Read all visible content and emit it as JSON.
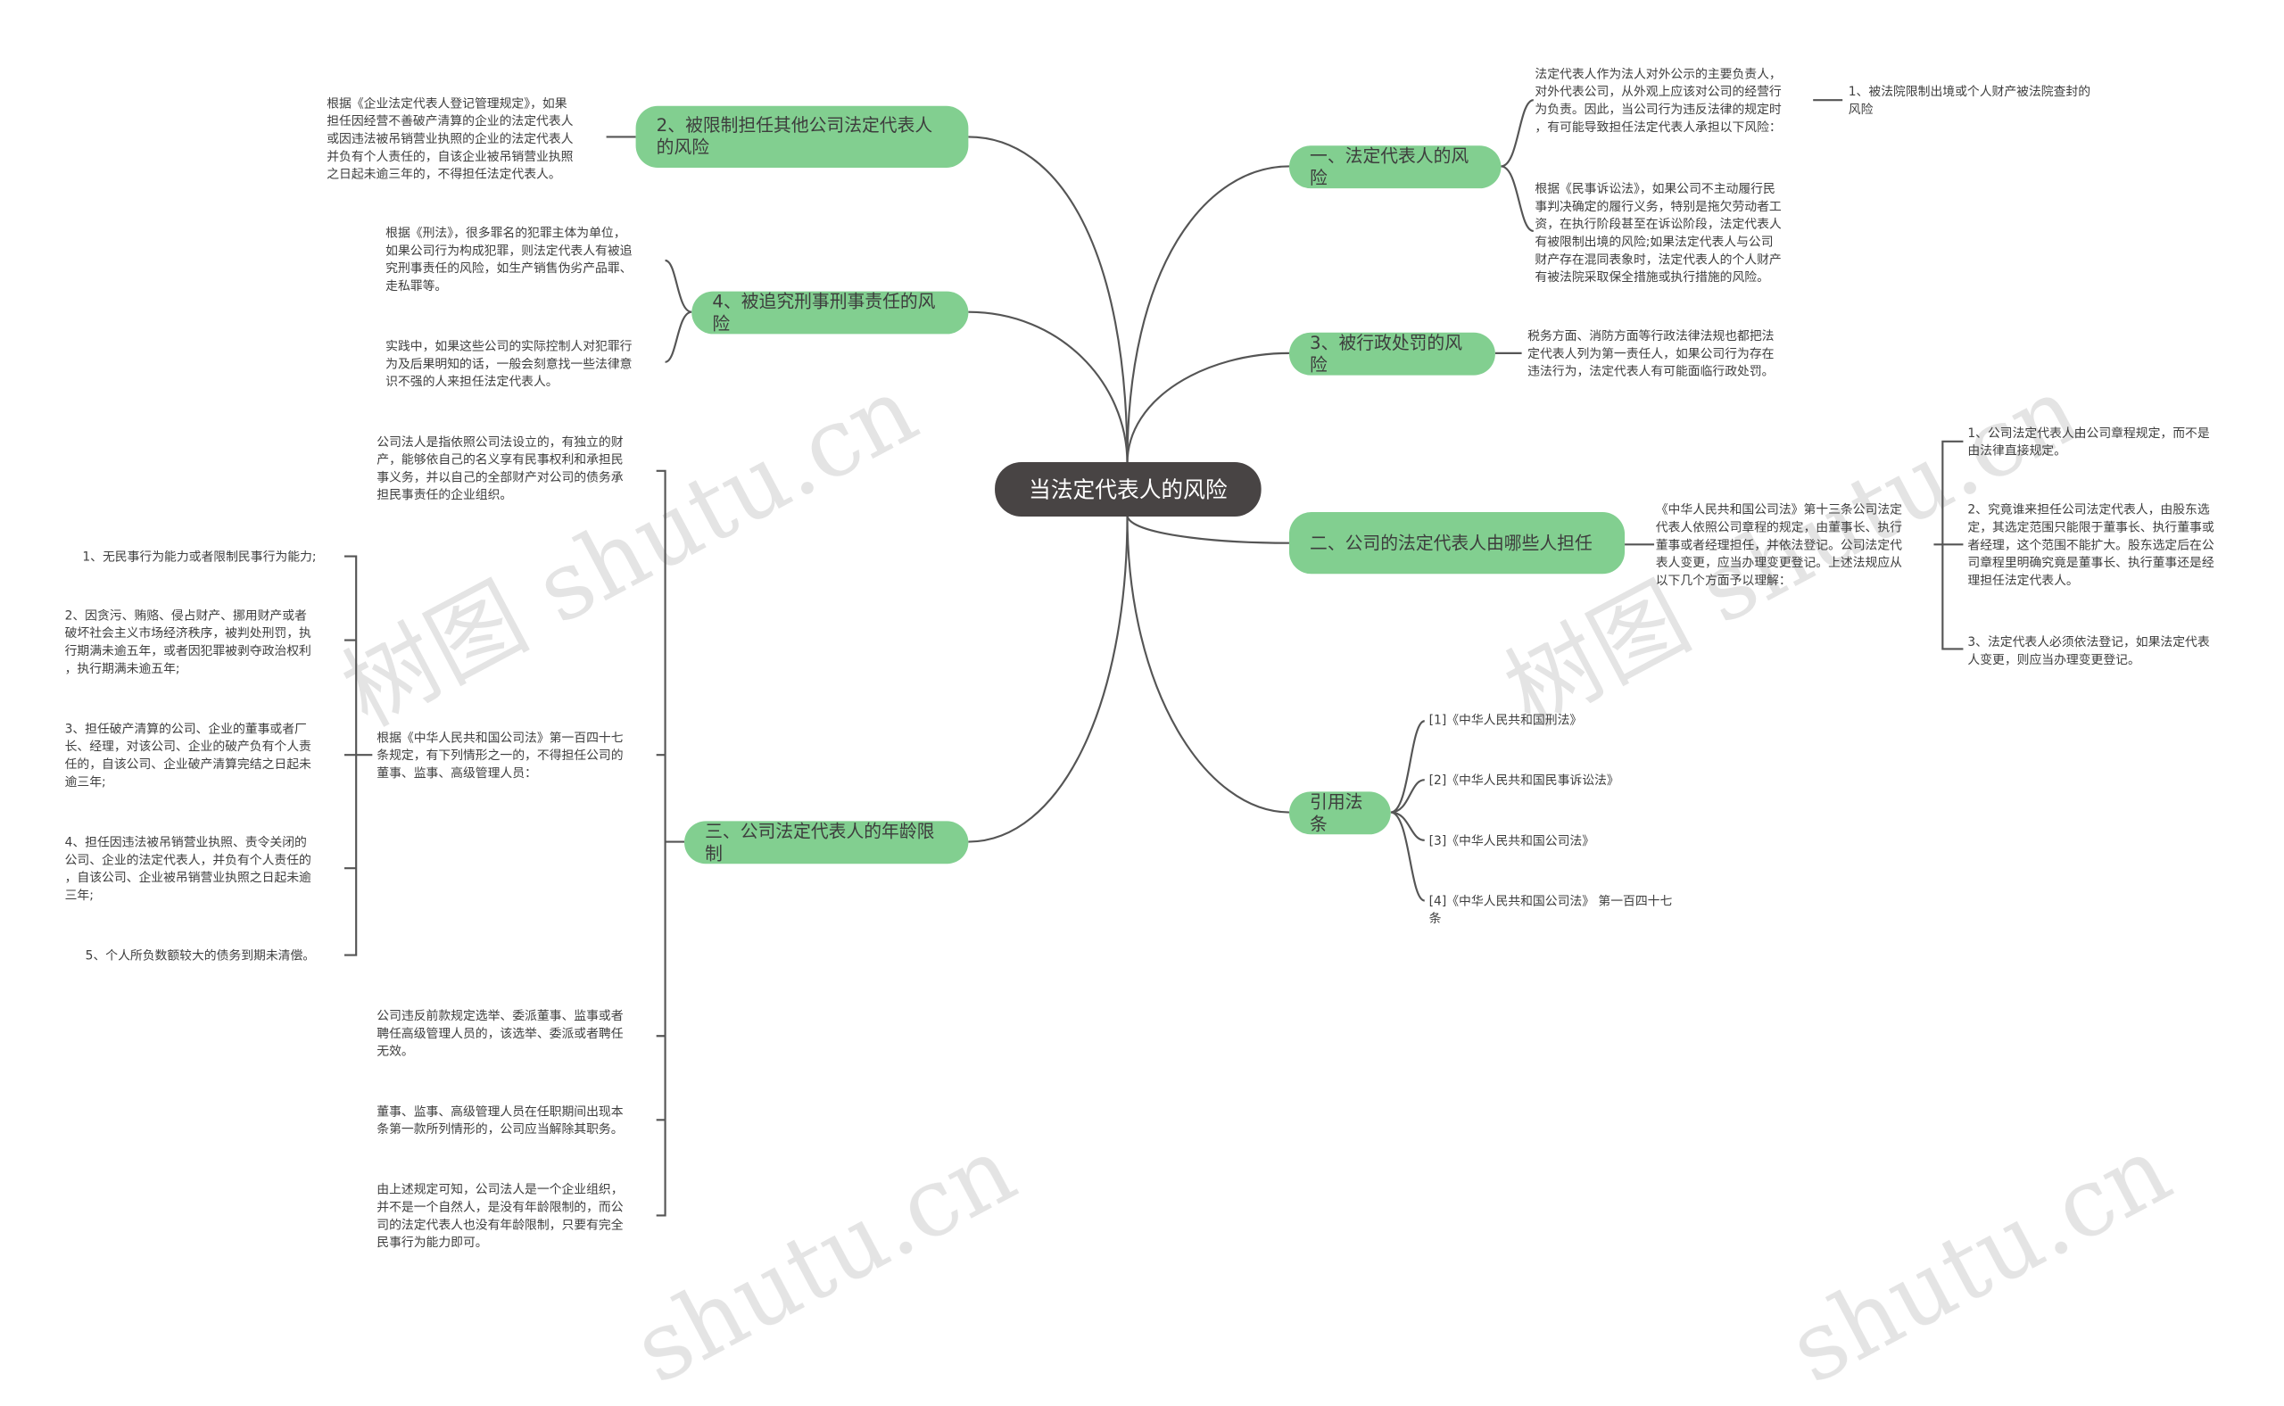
{
  "root": {
    "label": "当法定代表人的风险"
  },
  "branches": {
    "b1": {
      "label": "一、法定代表人的风险"
    },
    "b2": {
      "label": "二、公司的法定代表人由哪些人担任"
    },
    "b3": {
      "label": "三、公司法定代表人的年龄限制"
    },
    "b4": {
      "label": "2、被限制担任其他公司法定代表人的风险"
    },
    "b5": {
      "label": "3、被行政处罚的风险"
    },
    "b6": {
      "label": "4、被追究刑事刑事责任的风险"
    },
    "b7": {
      "label": "引用法条"
    }
  },
  "texts": {
    "b1_t1": "法定代表人作为法人对外公示的主要负责人，\n对外代表公司，从外观上应该对公司的经营行\n为负责。因此，当公司行为违反法律的规定时\n，有可能导致担任法定代表人承担以下风险：",
    "b1_t1_c1": "1、被法院限制出境或个人财产被法院查封的\n风险",
    "b1_t2": "根据《民事诉讼法》，如果公司不主动履行民\n事判决确定的履行义务，特别是拖欠劳动者工\n资，在执行阶段甚至在诉讼阶段，法定代表人\n有被限制出境的风险;如果法定代表人与公司\n财产存在混同表象时，法定代表人的个人财产\n有被法院采取保全措施或执行措施的风险。",
    "b5_t1": "税务方面、消防方面等行政法律法规也都把法\n定代表人列为第一责任人，如果公司行为存在\n违法行为，法定代表人有可能面临行政处罚。",
    "b2_t1": "《中华人民共和国公司法》第十三条公司法定\n代表人依照公司章程的规定，由董事长、执行\n董事或者经理担任，并依法登记。公司法定代\n表人变更，应当办理变更登记。上述法规应从\n以下几个方面予以理解：",
    "b2_c1": "1、公司法定代表人由公司章程规定，而不是\n由法律直接规定。",
    "b2_c2": "2、究竟谁来担任公司法定代表人，由股东选\n定，其选定范围只能限于董事长、执行董事或\n者经理，这个范围不能扩大。股东选定后在公\n司章程里明确究竟是董事长、执行董事还是经\n理担任法定代表人。",
    "b2_c3": "3、法定代表人必须依法登记，如果法定代表\n人变更，则应当办理变更登记。",
    "b7_c1": "[1]《中华人民共和国刑法》",
    "b7_c2": "[2]《中华人民共和国民事诉讼法》",
    "b7_c3": "[3]《中华人民共和国公司法》",
    "b7_c4": "[4]《中华人民共和国公司法》 第一百四十七\n条",
    "b4_t1": "根据《企业法定代表人登记管理规定》，如果\n担任因经营不善破产清算的企业的法定代表人\n或因违法被吊销营业执照的企业的法定代表人\n并负有个人责任的，自该企业被吊销营业执照\n之日起未逾三年的，不得担任法定代表人。",
    "b6_t1": "根据《刑法》，很多罪名的犯罪主体为单位，\n如果公司行为构成犯罪，则法定代表人有被追\n究刑事责任的风险，如生产销售伪劣产品罪、\n走私罪等。",
    "b6_t2": "实践中，如果这些公司的实际控制人对犯罪行\n为及后果明知的话，一般会刻意找一些法律意\n识不强的人来担任法定代表人。",
    "b3_t1": "公司法人是指依照公司法设立的，有独立的财\n产，能够依自己的名义享有民事权利和承担民\n事义务，并以自己的全部财产对公司的债务承\n担民事责任的企业组织。",
    "b3_t2": "根据《中华人民共和国公司法》第一百四十七\n条规定，有下列情形之一的，不得担任公司的\n董事、监事、高级管理人员：",
    "b3_t2_c1": "1、无民事行为能力或者限制民事行为能力;",
    "b3_t2_c2": "2、因贪污、贿赂、侵占财产、挪用财产或者\n破坏社会主义市场经济秩序，被判处刑罚，执\n行期满未逾五年，或者因犯罪被剥夺政治权利\n，执行期满未逾五年;",
    "b3_t2_c3": "3、担任破产清算的公司、企业的董事或者厂\n长、经理，对该公司、企业的破产负有个人责\n任的，自该公司、企业破产清算完结之日起未\n逾三年;",
    "b3_t2_c4": "4、担任因违法被吊销营业执照、责令关闭的\n公司、企业的法定代表人，并负有个人责任的\n，自该公司、企业被吊销营业执照之日起未逾\n三年;",
    "b3_t2_c5": "5、个人所负数额较大的债务到期未清偿。",
    "b3_t3": "公司违反前款规定选举、委派董事、监事或者\n聘任高级管理人员的，该选举、委派或者聘任\n无效。",
    "b3_t4": "董事、监事、高级管理人员在任职期间出现本\n条第一款所列情形的，公司应当解除其职务。",
    "b3_t5": "由上述规定可知，公司法人是一个企业组织，\n并不是一个自然人，是没有年龄限制的，而公\n司的法定代表人也没有年龄限制，只要有完全\n民事行为能力即可。"
  },
  "colors": {
    "root_bg": "#484444",
    "branch_bg": "#82cf90",
    "line": "#555555"
  }
}
